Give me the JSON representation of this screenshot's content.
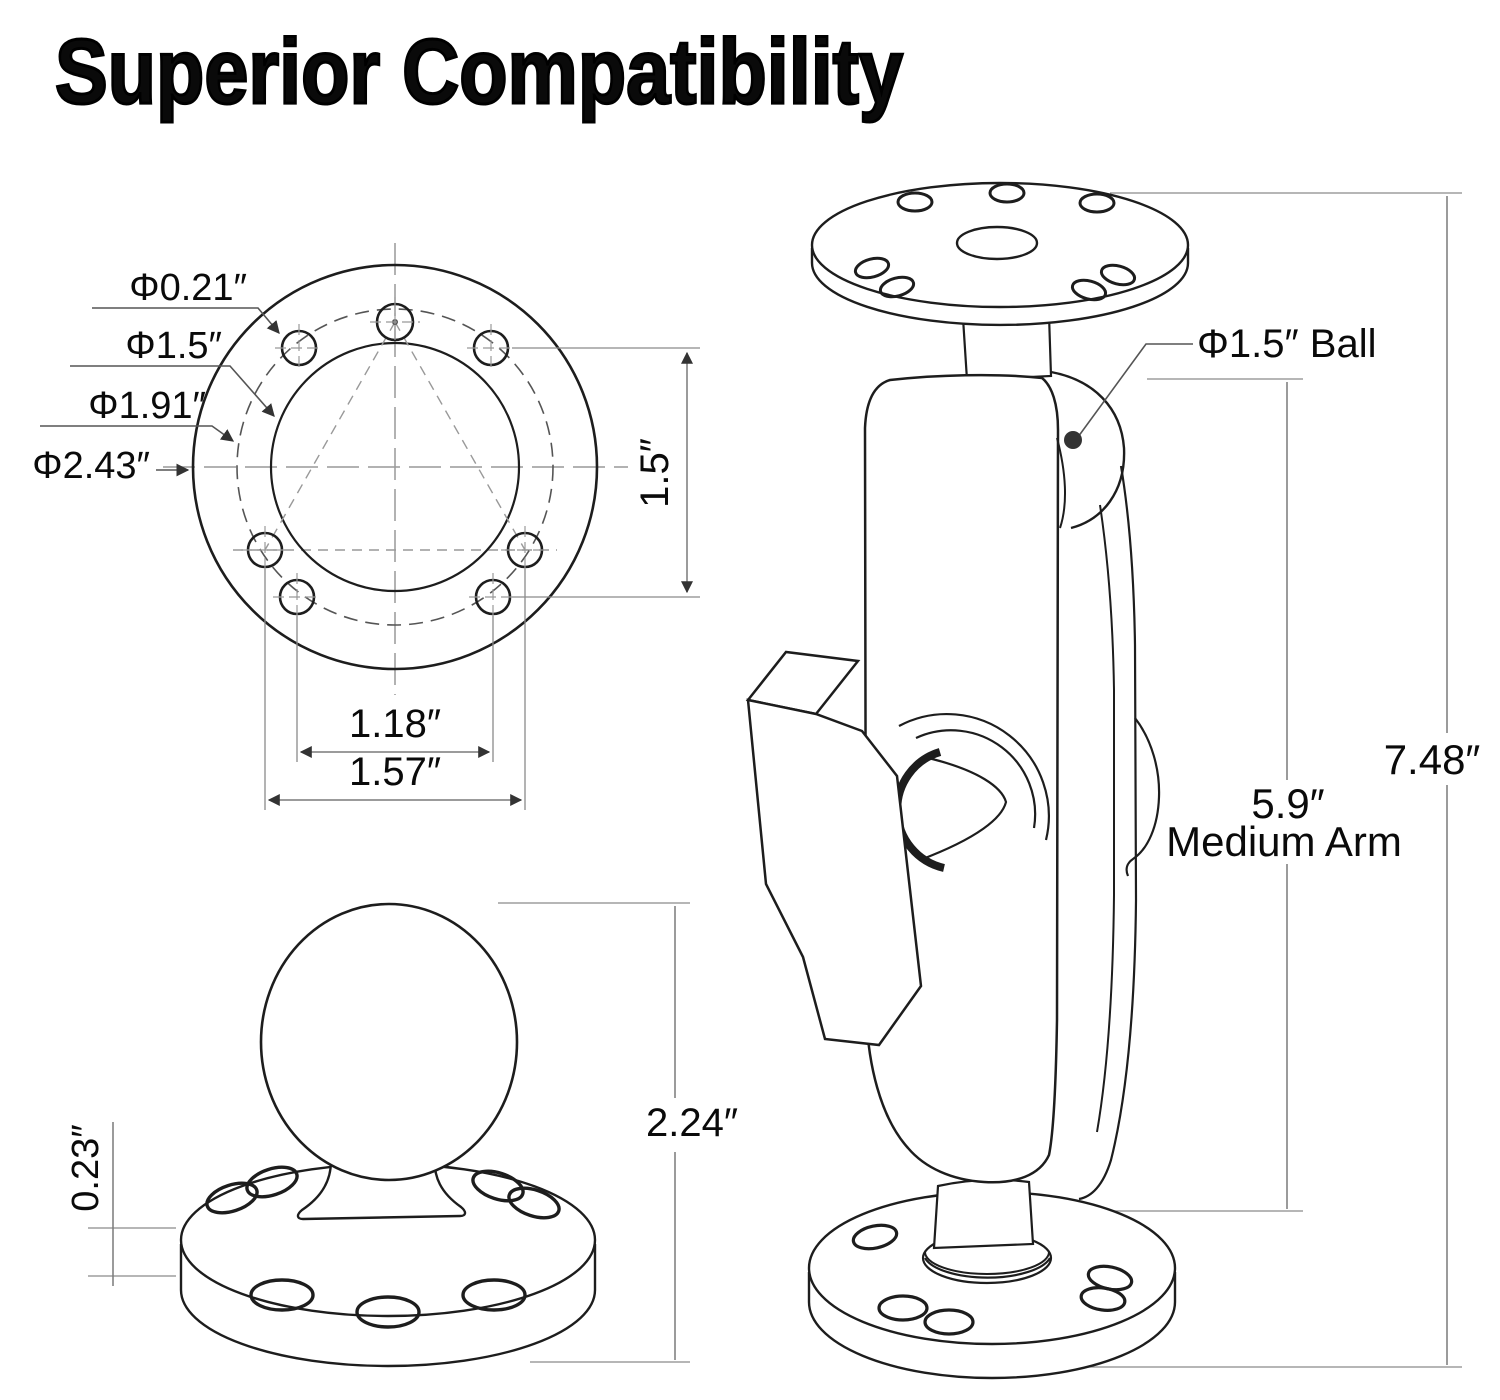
{
  "title": "Superior Compatibility",
  "colors": {
    "ink": "#1d1d1d",
    "dim": "#7a7a7a",
    "label": "#0a0a0a",
    "bg": "#ffffff"
  },
  "flange_top_view": {
    "callout_hole": "Φ0.21″",
    "callout_inner": "Φ1.5″",
    "callout_bolt_circle": "Φ1.91″",
    "callout_outer": "Φ2.43″",
    "dim_vertical": "1.5″",
    "dim_inner_spacing": "1.18″",
    "dim_outer_spacing": "1.57″"
  },
  "ball_base_view": {
    "dim_thickness": "0.23″",
    "dim_height": "2.24″"
  },
  "assembly_view": {
    "callout_ball": "Φ1.5″ Ball",
    "dim_arm": "5.9″",
    "dim_arm_name": "Medium Arm",
    "dim_overall": "7.48″"
  }
}
